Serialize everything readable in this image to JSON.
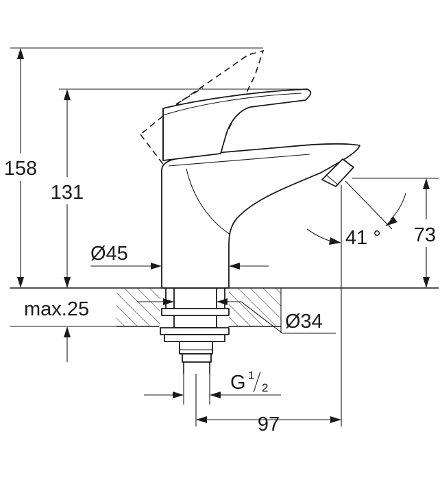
{
  "dimensions": {
    "total_height": "158",
    "spout_height": "131",
    "body_diameter": "Ø45",
    "counter_max": "max.25",
    "hole_diameter": "Ø34",
    "thread_prefix": "G",
    "thread_num": "1",
    "thread_den": "2",
    "outlet_height": "73",
    "outlet_angle": "41",
    "outlet_angle_unit": "°",
    "projection": "97"
  }
}
